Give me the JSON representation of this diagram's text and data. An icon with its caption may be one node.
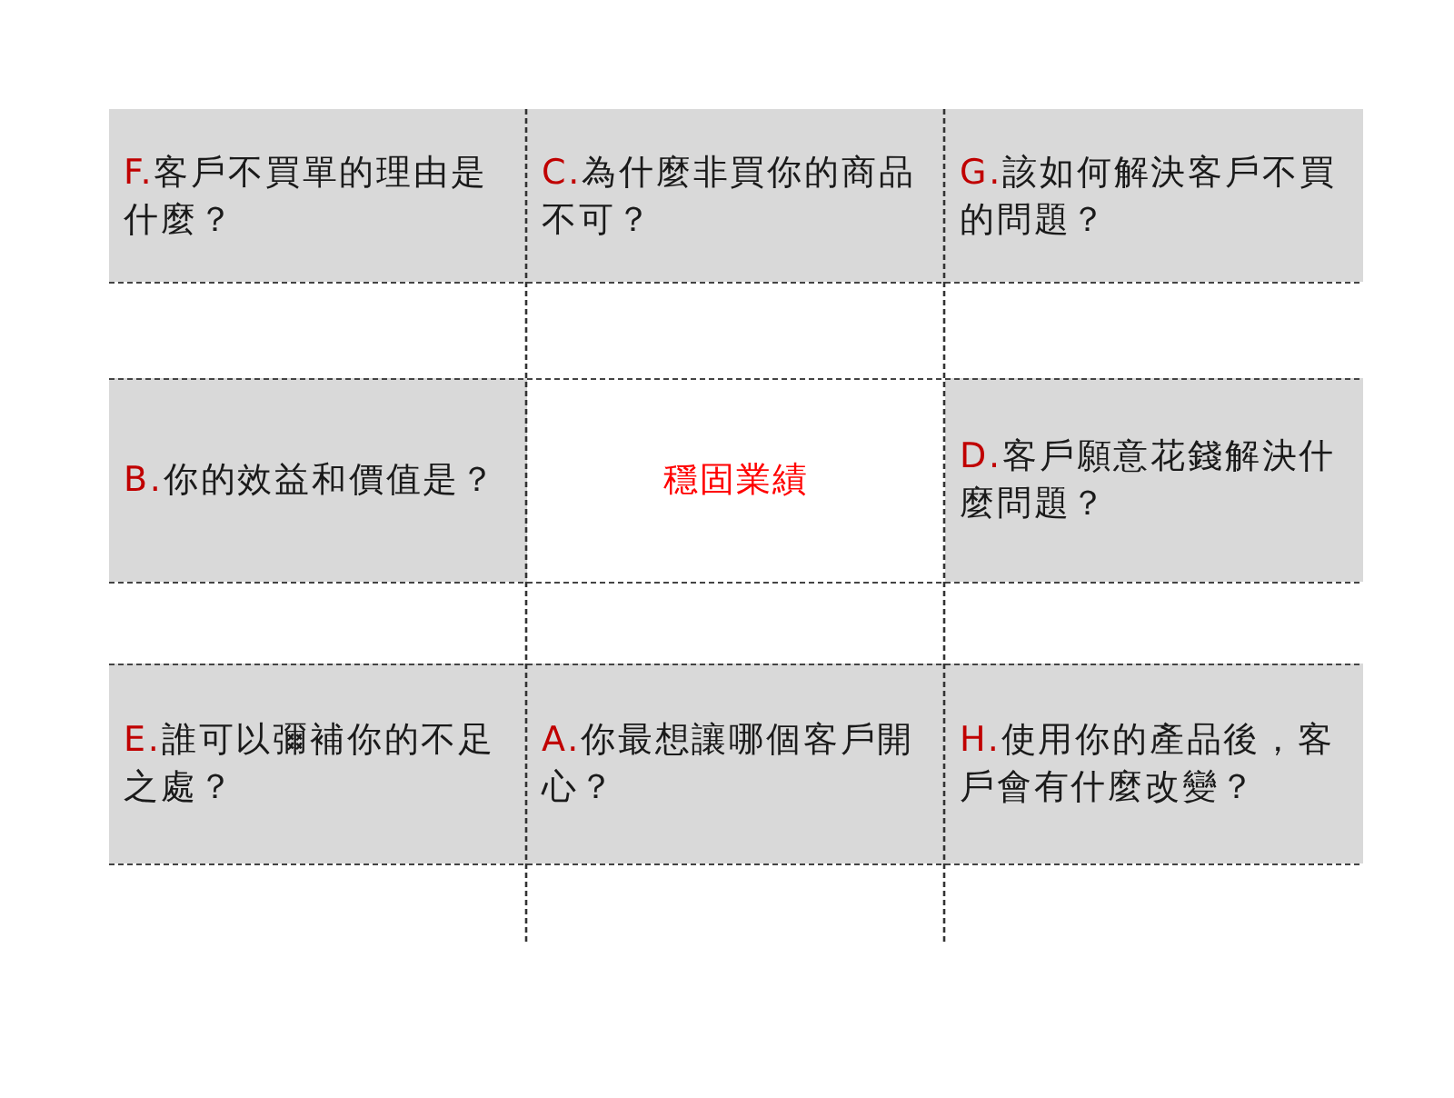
{
  "diagram": {
    "nodes": [
      {
        "text": [
          "F.",
          "客戶不買單的理由是什麼？"
        ]
      },
      {
        "text": [
          "C.",
          "為什麼非買你的商品不可？"
        ]
      },
      {
        "text": [
          "G.",
          "該如何解決客戶不買的問題？"
        ]
      },
      {
        "text": [
          "B.",
          "你的效益和價值是？"
        ]
      },
      {
        "text": [
          "穩固業績"
        ]
      },
      {
        "text": [
          "D.",
          "客戶願意花錢解決什麼問題？"
        ]
      },
      {
        "text": [
          "E.",
          "誰可以彌補你的不足之處？"
        ]
      },
      {
        "text": [
          "A.",
          "你最想讓哪個客戶開心？"
        ]
      },
      {
        "text": [
          "H.",
          "使用你的產品後，客戶會有什麼改變？"
        ]
      }
    ]
  }
}
